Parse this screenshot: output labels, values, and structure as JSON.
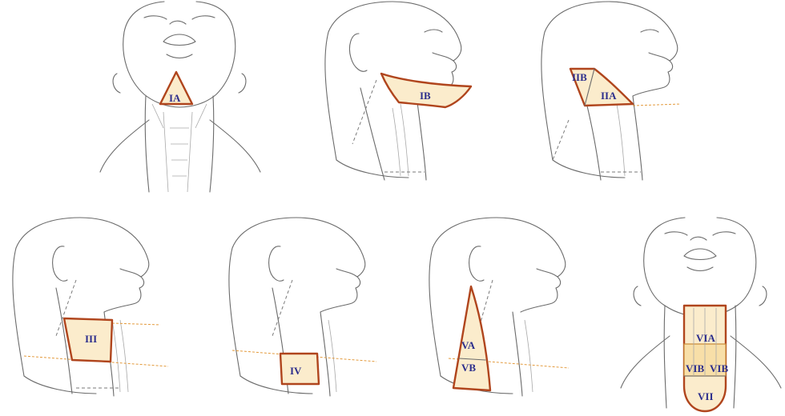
{
  "figure": {
    "panels": [
      {
        "id": "ia",
        "labels": [
          "IA"
        ]
      },
      {
        "id": "ib",
        "labels": [
          "IB"
        ]
      },
      {
        "id": "ii",
        "labels": [
          "IIB",
          "IIA"
        ]
      },
      {
        "id": "iii",
        "labels": [
          "III"
        ]
      },
      {
        "id": "iv",
        "labels": [
          "IV"
        ]
      },
      {
        "id": "v",
        "labels": [
          "VA",
          "VB"
        ]
      },
      {
        "id": "vi",
        "labels": [
          "VIA",
          "VIB",
          "VIB",
          "VII"
        ]
      }
    ],
    "colors": {
      "region_fill": "#fbeccc",
      "region_border": "#b0451d",
      "label_text": "#2c2e8c",
      "reference_line": "#e39a3c",
      "sketch_line": "#6b6b6b"
    }
  }
}
